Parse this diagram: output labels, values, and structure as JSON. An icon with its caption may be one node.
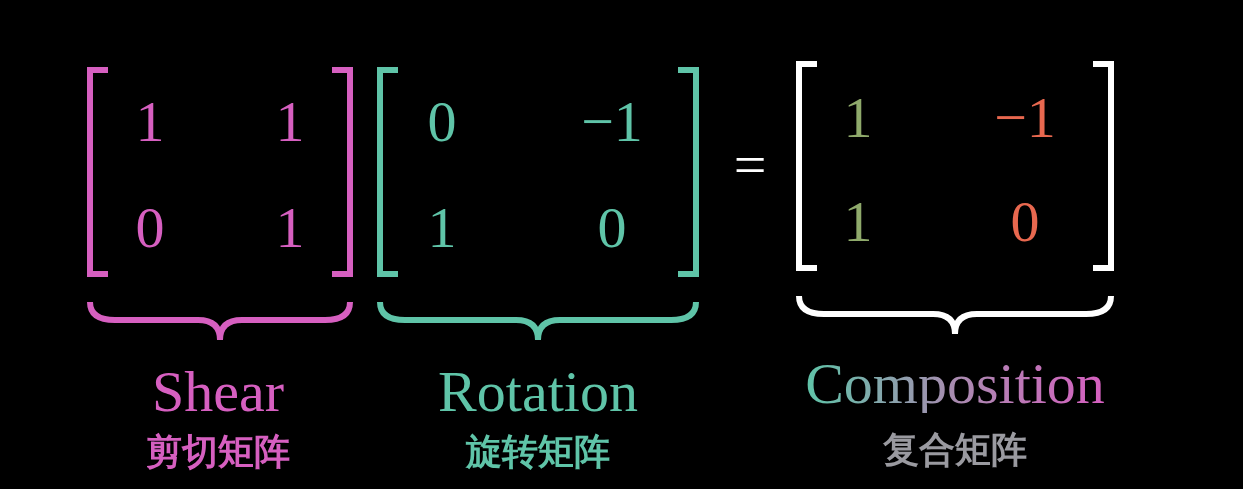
{
  "diagram": {
    "labels": [
      "1",
      "1",
      "0",
      "1",
      "0",
      "−1",
      "1",
      "0",
      "=",
      "1",
      "−1",
      "1",
      "0",
      "Shear",
      "剪切矩阵",
      "Rotation",
      "旋转矩阵",
      "Composition",
      "复合矩阵"
    ]
  }
}
